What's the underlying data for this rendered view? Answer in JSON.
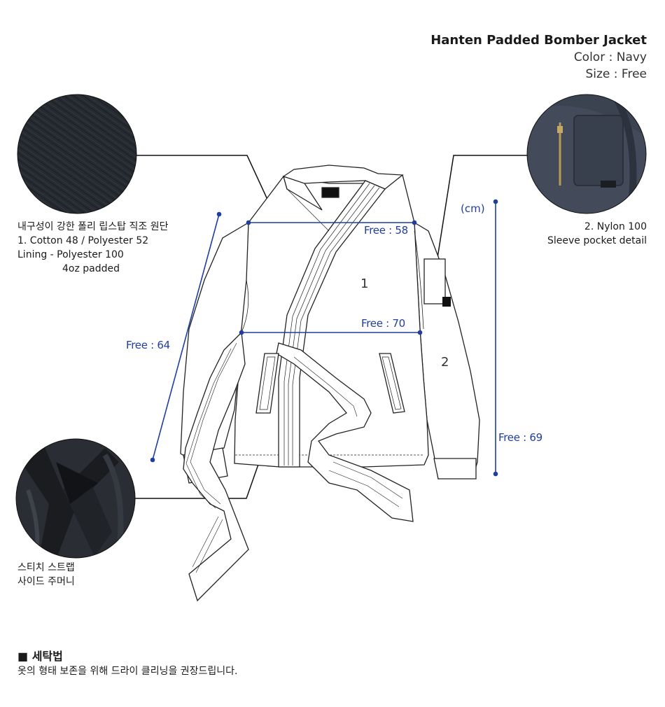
{
  "product": {
    "name": "Hanten Padded Bomber Jacket",
    "color_line": "Color : Navy",
    "size_line": "Size : Free"
  },
  "fabric": {
    "line1": "내구성이 강한 폴리 립스탑 직조 원단",
    "line2": "1. Cotton 48 / Polyester 52",
    "line3": "Lining - Polyester 100",
    "line4": "4oz padded"
  },
  "sleeve": {
    "line1": "2. Nylon 100",
    "line2": "Sleeve pocket detail"
  },
  "strap": {
    "line1": "스티치 스트랩",
    "line2": "사이드 주머니"
  },
  "measurements": {
    "unit": "(cm)",
    "shoulder": "Free : 58",
    "chest": "Free : 70",
    "length": "Free : 64",
    "sleeve_length": "Free : 69"
  },
  "parts": {
    "body": "1",
    "sleeve": "2"
  },
  "care": {
    "title": "■ 세탁법",
    "text": "옷의 형태 보존을 위해 드라이 클리닝을 권장드립니다."
  },
  "colors": {
    "measure_blue": "#1f3ea0",
    "fabric_navy": "#23262d"
  }
}
